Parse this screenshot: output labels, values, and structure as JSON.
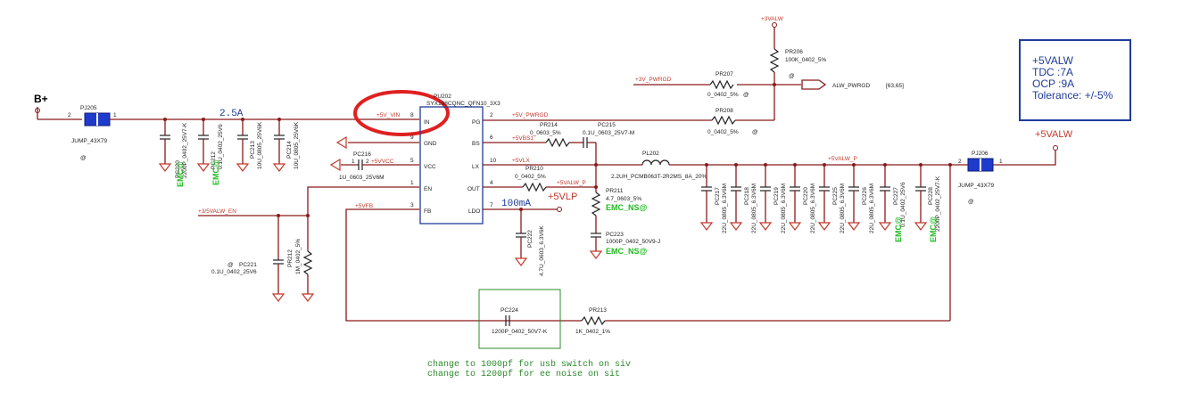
{
  "nets": {
    "b_plus": "B+",
    "v5_vin": "+5V_VIN",
    "v3_valw": "+3VALW",
    "v3_pwrgd": "+3V_PWRGD",
    "alw_pwrgd": "ALW_PWRGD",
    "alw_pwrgd_ref": "[63,65]",
    "v5_pwrgd": "+5V_PWRGD",
    "v5_vbs1": "+5VBS1",
    "v5_vlx": "+5VLX",
    "v5_valw_p": "+5VALW_P",
    "v5_valw_p2": "+5VALW_P",
    "v5_vlp": "+5VLP",
    "v5_vcc": "+5VVCC",
    "en": "+3/5VALW_EN",
    "v5_vfb": "+5VFB",
    "v5_valw": "+5VALW"
  },
  "annotations": {
    "current_in": "2.5A",
    "current_ldo": "100mA",
    "note_line1": "change to 1000pf for usb switch on siv",
    "note_line2": "change to 1200pf for ee noise on sit"
  },
  "specs": {
    "line1": "+5VALW",
    "line2": "TDC :7A",
    "line3": "OCP :9A",
    "line4": "Tolerance: +/-5%"
  },
  "ic": {
    "ref": "PU202",
    "part": "SYX198CQNC_QFN10_3X3",
    "pins_left": [
      {
        "num": "8",
        "name": "IN"
      },
      {
        "num": "9",
        "name": "GND"
      },
      {
        "num": "5",
        "name": "VCC"
      },
      {
        "num": "1",
        "name": "EN"
      },
      {
        "num": "3",
        "name": "FB"
      }
    ],
    "pins_right": [
      {
        "num": "2",
        "name": "PG"
      },
      {
        "num": "6",
        "name": "BS"
      },
      {
        "num": "10",
        "name": "LX"
      },
      {
        "num": "4",
        "name": "OUT"
      },
      {
        "num": "7",
        "name": "LDO"
      }
    ]
  },
  "jumpers": {
    "pj205": {
      "ref": "PJ205",
      "value": "JUMP_43X79",
      "extra": "@"
    },
    "pj206": {
      "ref": "PJ206",
      "value": "JUMP_43X79",
      "extra": "@"
    }
  },
  "caps_in": [
    {
      "ref": "PC220",
      "value": "2200P_0402_25V7-K",
      "emc": "EMC@"
    },
    {
      "ref": "PC212",
      "value": "0.1U_0402_25V6",
      "emc": "EMC@"
    },
    {
      "ref": "PC213",
      "value": "10U_0805_25V6K",
      "emc": ""
    },
    {
      "ref": "PC214",
      "value": "10U_0805_25V6K",
      "emc": ""
    }
  ],
  "caps_out": [
    {
      "ref": "PC217",
      "value": "22U_0805_6.3V6M",
      "emc": ""
    },
    {
      "ref": "PC218",
      "value": "22U_0805_6.3V6M",
      "emc": ""
    },
    {
      "ref": "PC219",
      "value": "22U_0805_6.3V6M",
      "emc": ""
    },
    {
      "ref": "PC220",
      "value": "22U_0805_6.3V6M",
      "emc": ""
    },
    {
      "ref": "PC225",
      "value": "22U_0805_6.3V6M",
      "emc": ""
    },
    {
      "ref": "PC226",
      "value": "22U_0805_6.3V6M",
      "emc": ""
    },
    {
      "ref": "PC227",
      "value": "0.1U_0402_25V6",
      "emc": "EMC@"
    },
    {
      "ref": "PC228",
      "value": "2200P_0402_25V7-K",
      "emc": "EMC@"
    }
  ],
  "parts": {
    "pr206": {
      "ref": "PR206",
      "value": "100K_0402_5%",
      "extra": "@"
    },
    "pr207": {
      "ref": "PR207",
      "value": "0_0402_5%",
      "extra": "@"
    },
    "pr208": {
      "ref": "PR208",
      "value": "0_0402_5%",
      "extra": "@"
    },
    "pr214": {
      "ref": "PR214",
      "value": "0_0603_5%"
    },
    "pc215": {
      "ref": "PC215",
      "value": "0.1U_0603_25V7-M"
    },
    "pl202": {
      "ref": "PL202",
      "value": "2.2UH_PCMB063T-2R2MS_8A_20%"
    },
    "pr210": {
      "ref": "PR210",
      "value": "0_0402_5%"
    },
    "pr211": {
      "ref": "PR211",
      "value": "4.7_0603_5%",
      "emc": "EMC_NS@"
    },
    "pc223": {
      "ref": "PC223",
      "value": "1000P_0402_50V9-J",
      "emc": "EMC_NS@"
    },
    "pc222": {
      "ref": "PC222",
      "value": "4.7U_0603_6.3V6K"
    },
    "pc216": {
      "ref": "PC216",
      "value": "1U_0603_25V6M"
    },
    "pc221": {
      "ref": "PC221",
      "value": "0.1U_0402_25V6",
      "extra": "@"
    },
    "pr212": {
      "ref": "PR212",
      "value": "1M_0402_5%"
    },
    "pc224": {
      "ref": "PC224",
      "value": "1200P_0402_50V7-K"
    },
    "pr213": {
      "ref": "PR213",
      "value": "1K_0402_1%"
    }
  },
  "colors": {
    "wire": "#8b1a1a",
    "net_label": "#c0392b",
    "emc": "#22bb22",
    "spec_box": "#1f3b99",
    "highlight_circle": "#e02020",
    "note_box": "#2e8b2e"
  }
}
